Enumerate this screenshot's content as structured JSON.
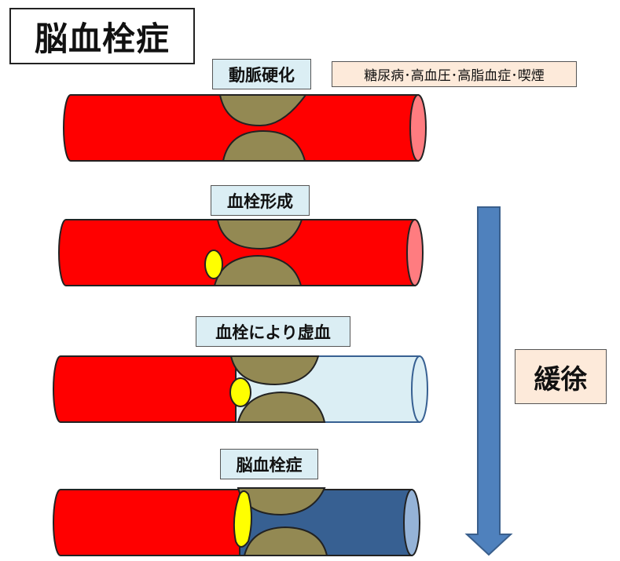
{
  "title": "脳血栓症",
  "risk_factors": "糖尿病･高血圧･高脂血症･喫煙",
  "progression_label": "緩徐",
  "stages": [
    {
      "label": "動脈硬化"
    },
    {
      "label": "血栓形成"
    },
    {
      "label": "血栓により虚血"
    },
    {
      "label": "脳血栓症"
    }
  ],
  "colors": {
    "artery_red": "#ff0000",
    "artery_end_pink": "#ff7c80",
    "plaque": "#938953",
    "thrombus": "#ffff00",
    "ischemic_pale": "#dbeef4",
    "infarct_blue": "#376092",
    "infarct_end": "#95b3d7",
    "arrow_blue": "#4f81bd"
  }
}
